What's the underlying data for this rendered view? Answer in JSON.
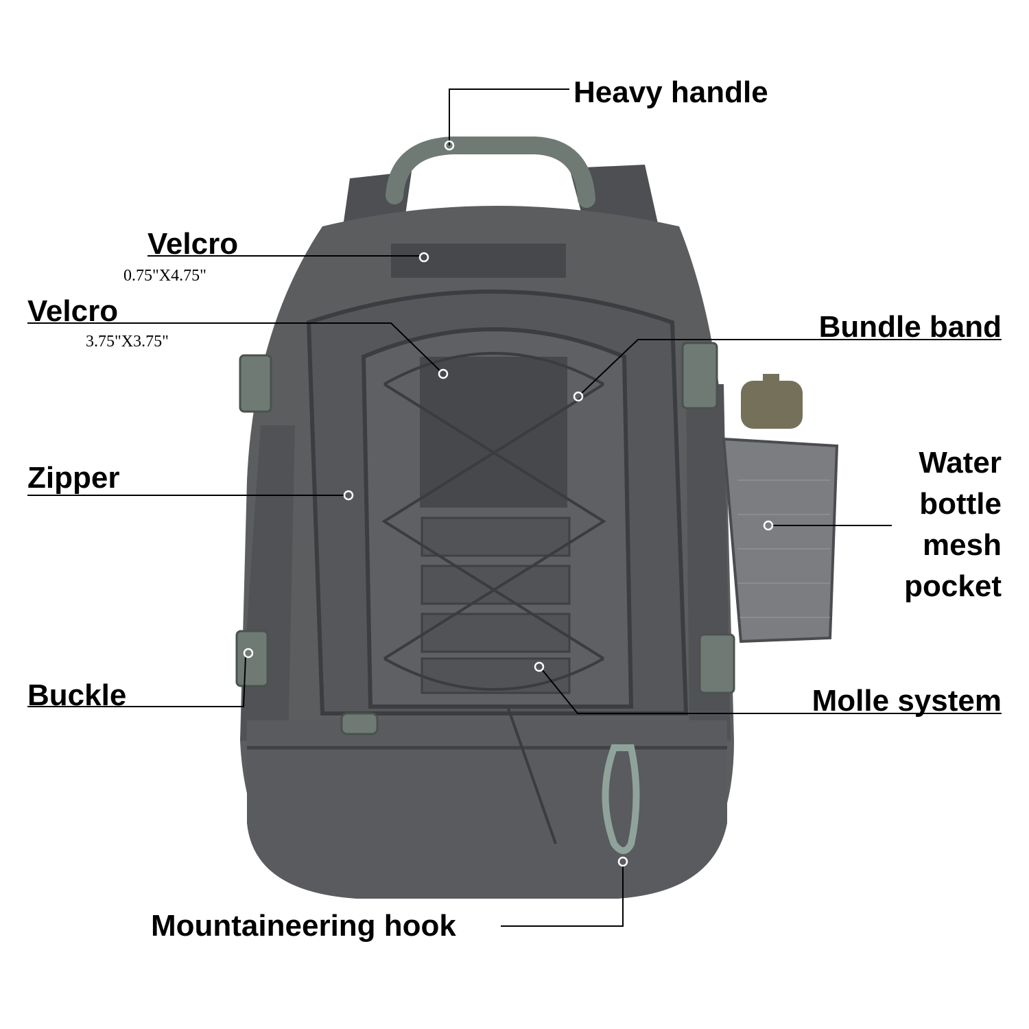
{
  "colors": {
    "fabric": "#5b5d5f",
    "fabric_dark": "#45474a",
    "plastic": "#6f7a74",
    "bottle_cap": "#75705a",
    "line": "#000000",
    "marker": "#ffffff"
  },
  "labels": {
    "heavy_handle": "Heavy handle",
    "velcro_top": "Velcro",
    "velcro_top_size": "0.75\"X4.75\"",
    "velcro_front": "Velcro",
    "velcro_front_size": "3.75\"X3.75\"",
    "bundle_band": "Bundle band",
    "zipper": "Zipper",
    "water_bottle": [
      "Water",
      "bottle",
      "mesh",
      "pocket"
    ],
    "buckle": "Buckle",
    "molle_system": "Molle system",
    "mountaineering_hook": "Mountaineering hook"
  }
}
